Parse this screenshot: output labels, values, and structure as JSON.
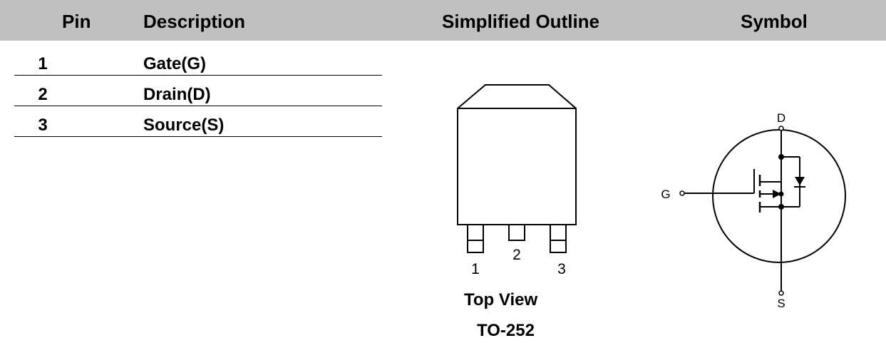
{
  "header": {
    "pin": "Pin",
    "description": "Description",
    "outline": "Simplified Outline",
    "symbol": "Symbol"
  },
  "pins": [
    {
      "number": "1",
      "description": "Gate(G)"
    },
    {
      "number": "2",
      "description": "Drain(D)"
    },
    {
      "number": "3",
      "description": "Source(S)"
    }
  ],
  "outline": {
    "lead_labels": [
      "1",
      "2",
      "3"
    ],
    "view_label": "Top View",
    "package_label": "TO-252"
  },
  "symbol": {
    "drain_label": "D",
    "gate_label": "G",
    "source_label": "S"
  },
  "colors": {
    "header_background": "#c0c0c0",
    "text": "#000000",
    "line": "#000000"
  }
}
